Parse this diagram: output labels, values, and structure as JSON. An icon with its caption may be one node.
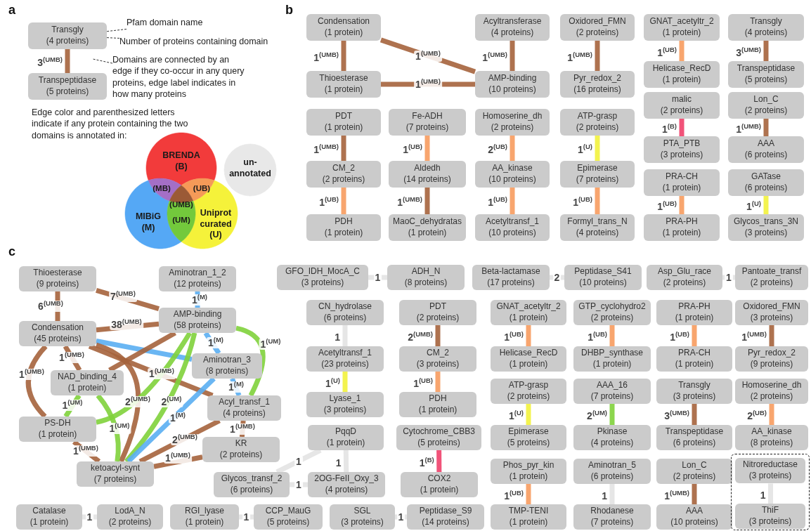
{
  "diagram": {
    "nodes": [
      {
        "text": [
          "Transgly",
          "(4 proteins)"
        ]
      },
      {
        "text": [
          "Transpeptidase",
          "(5 proteins)"
        ]
      },
      {
        "text": [
          "Pfam domain name"
        ]
      },
      {
        "text": [
          "Number of proteins containing domain"
        ]
      },
      {
        "text": [
          "Domains are connected by an edge if they co-occur in any query proteins, edge label indicates in how many proteins"
        ]
      },
      {
        "text": [
          "Condensation",
          "(1 protein)"
        ]
      },
      {
        "text": [
          "Thioesterase",
          "(1 protein)"
        ]
      },
      {
        "text": [
          "Acyltransferase",
          "(4 proteins)"
        ]
      },
      {
        "text": [
          "AMP-binding",
          "(10 proteins)"
        ]
      },
      {
        "text": [
          "Oxidored_FMN",
          "(2 proteins)"
        ]
      },
      {
        "text": [
          "Pyr_redox_2",
          "(16 proteins)"
        ]
      },
      {
        "text": [
          "GNAT_acetyltr_2",
          "(1 protein)"
        ]
      },
      {
        "text": [
          "Helicase_RecD",
          "(1 protein)"
        ]
      },
      {
        "text": [
          "malic",
          "(2 proteins)"
        ]
      },
      {
        "text": [
          "PTA_PTB",
          "(3 proteins)"
        ]
      },
      {
        "text": [
          "PRA-CH",
          "(1 protein)"
        ]
      },
      {
        "text": [
          "PRA-PH",
          "(1 protein)"
        ]
      },
      {
        "text": [
          "Transgly",
          "(4 proteins)"
        ]
      },
      {
        "text": [
          "Transpeptidase",
          "(5 proteins)"
        ]
      },
      {
        "text": [
          "Lon_C",
          "(2 proteins)"
        ]
      },
      {
        "text": [
          "AAA",
          "(6 proteins)"
        ]
      },
      {
        "text": [
          "GATase",
          "(6 proteins)"
        ]
      },
      {
        "text": [
          "Glycos_trans_3N",
          "(3 proteins)"
        ]
      },
      {
        "text": [
          "PDT",
          "(1 protein)"
        ]
      },
      {
        "text": [
          "CM_2",
          "(2 proteins)"
        ]
      },
      {
        "text": [
          "PDH",
          "(1 protein)"
        ]
      },
      {
        "text": [
          "Fe-ADH",
          "(7 proteins)"
        ]
      },
      {
        "text": [
          "Aldedh",
          "(14 proteins)"
        ]
      },
      {
        "text": [
          "MaoC_dehydratas",
          "(1 protein)"
        ]
      },
      {
        "text": [
          "Homoserine_dh",
          "(2 proteins)"
        ]
      },
      {
        "text": [
          "AA_kinase",
          "(10 proteins)"
        ]
      },
      {
        "text": [
          "Acetyltransf_1",
          "(10 proteins)"
        ]
      },
      {
        "text": [
          "ATP-grasp",
          "(2 proteins)"
        ]
      },
      {
        "text": [
          "Epimerase",
          "(7 proteins)"
        ]
      },
      {
        "text": [
          "Formyl_trans_N",
          "(4 proteins)"
        ]
      },
      {
        "text": [
          "Thioesterase",
          "(9 proteins)"
        ]
      },
      {
        "text": [
          "Aminotran_1_2",
          "(12 proteins)"
        ]
      },
      {
        "text": [
          "Condensation",
          "(45 proteins)"
        ]
      },
      {
        "text": [
          "AMP-binding",
          "(58 proteins)"
        ]
      },
      {
        "text": [
          "Aminotran_3",
          "(8 proteins)"
        ]
      },
      {
        "text": [
          "NAD_binding_4",
          "(1 protein)"
        ]
      },
      {
        "text": [
          "Acyl_transf_1",
          "(4 proteins)"
        ]
      },
      {
        "text": [
          "PS-DH",
          "(1 protein)"
        ]
      },
      {
        "text": [
          "KR",
          "(2 proteins)"
        ]
      },
      {
        "text": [
          "ketoacyl-synt",
          "(7 proteins)"
        ]
      },
      {
        "text": [
          "Glycos_transf_2",
          "(6 proteins)"
        ]
      },
      {
        "text": [
          "Catalase",
          "(1 protein)"
        ]
      },
      {
        "text": [
          "LodA_N",
          "(2 proteins)"
        ]
      },
      {
        "text": [
          "RGI_lyase",
          "(1 protein)"
        ]
      },
      {
        "text": [
          "CCP_MauG",
          "(5 proteins)"
        ]
      },
      {
        "text": [
          "GFO_IDH_MocA_C",
          "(3 proteins)"
        ]
      },
      {
        "text": [
          "ADH_N",
          "(8 proteins)"
        ]
      },
      {
        "text": [
          "CN_hydrolase",
          "(6 proteins)"
        ]
      },
      {
        "text": [
          "Acetyltransf_1",
          "(23 proteins)"
        ]
      },
      {
        "text": [
          "Lyase_1",
          "(3 proteins)"
        ]
      },
      {
        "text": [
          "PqqD",
          "(1 protein)"
        ]
      },
      {
        "text": [
          "2OG-FeII_Oxy_3",
          "(4 proteins)"
        ]
      },
      {
        "text": [
          "SGL",
          "(3 proteins)"
        ]
      },
      {
        "text": [
          "PDT",
          "(2 proteins)"
        ]
      },
      {
        "text": [
          "CM_2",
          "(3 proteins)"
        ]
      },
      {
        "text": [
          "PDH",
          "(1 protein)"
        ]
      },
      {
        "text": [
          "Cytochrome_CBB3",
          "(5 proteins)"
        ]
      },
      {
        "text": [
          "COX2",
          "(1 protein)"
        ]
      },
      {
        "text": [
          "Peptidase_S9",
          "(14 proteins)"
        ]
      },
      {
        "text": [
          "Beta-lactamase",
          "(17 proteins)"
        ]
      },
      {
        "text": [
          "Peptidase_S41",
          "(10 proteins)"
        ]
      },
      {
        "text": [
          "GNAT_acetyltr_2",
          "(1 protein)"
        ]
      },
      {
        "text": [
          "Helicase_RecD",
          "(1 protein)"
        ]
      },
      {
        "text": [
          "ATP-grasp",
          "(2 proteins)"
        ]
      },
      {
        "text": [
          "Epimerase",
          "(5 proteins)"
        ]
      },
      {
        "text": [
          "Phos_pyr_kin",
          "(1 protein)"
        ]
      },
      {
        "text": [
          "TMP-TENI",
          "(1 protein)"
        ]
      },
      {
        "text": [
          "GTP_cyclohydro2",
          "(2 proteins)"
        ]
      },
      {
        "text": [
          "DHBP_synthase",
          "(1 protein)"
        ]
      },
      {
        "text": [
          "AAA_16",
          "(7 proteins)"
        ]
      },
      {
        "text": [
          "Pkinase",
          "(4 proteins)"
        ]
      },
      {
        "text": [
          "Aminotran_5",
          "(6 proteins)"
        ]
      },
      {
        "text": [
          "Rhodanese",
          "(7 proteins)"
        ]
      },
      {
        "text": [
          "Asp_Glu_race",
          "(2 proteins)"
        ]
      },
      {
        "text": [
          "Pantoate_transf",
          "(2 proteins)"
        ]
      },
      {
        "text": [
          "PRA-PH",
          "(1 protein)"
        ]
      },
      {
        "text": [
          "PRA-CH",
          "(1 protein)"
        ]
      },
      {
        "text": [
          "Transgly",
          "(3 proteins)"
        ]
      },
      {
        "text": [
          "Transpeptidase",
          "(6 proteins)"
        ]
      },
      {
        "text": [
          "Lon_C",
          "(2 proteins)"
        ]
      },
      {
        "text": [
          "AAA",
          "(10 proteins)"
        ]
      },
      {
        "text": [
          "Oxidored_FMN",
          "(3 proteins)"
        ]
      },
      {
        "text": [
          "Pyr_redox_2",
          "(9 proteins)"
        ]
      },
      {
        "text": [
          "Homoserine_dh",
          "(2 proteins)"
        ]
      },
      {
        "text": [
          "AA_kinase",
          "(8 proteins)"
        ]
      },
      {
        "text": [],
        "shape": "box"
      },
      {
        "text": [
          "Nitroreductase",
          "(3 proteins)"
        ],
        "in": 90
      },
      {
        "text": [
          "ThiF",
          "(3 proteins)"
        ],
        "in": 90
      }
    ],
    "edges": [
      {
        "from": 0,
        "to": 1,
        "arrow": "none",
        "label": "3$^{(UMB)}$"
      },
      {
        "from": 2,
        "to": 0,
        "arrow": "none",
        "style": "dashed",
        "color": "#333333"
      },
      {
        "from": 3,
        "to": 0,
        "arrow": "none",
        "style": "dashed",
        "color": "#333333"
      },
      {
        "from": 4,
        "to": null,
        "arrow": "none",
        "style": "dashed",
        "color": "#333333"
      },
      {
        "from": 5,
        "to": 6,
        "arrow": "none",
        "label": "1$^{(UMB)}$"
      },
      {
        "from": 5,
        "to": 8,
        "arrow": "none",
        "label": "1$^{(UMB)}$"
      },
      {
        "from": 6,
        "to": 8,
        "arrow": "none",
        "label": "1$^{(UMB)}$"
      },
      {
        "from": 7,
        "to": 8,
        "arrow": "none",
        "label": "1$^{(UMB)}$"
      },
      {
        "from": 9,
        "to": 10,
        "arrow": "none",
        "label": "1$^{(UMB)}$"
      },
      {
        "from": 11,
        "to": 12,
        "arrow": "none",
        "label": "1$^{(UB)}$",
        "color": "#f79b5e"
      },
      {
        "from": 13,
        "to": 14,
        "arrow": "none",
        "label": "1$^{(B)}$",
        "color": "#f0406a"
      },
      {
        "from": 15,
        "to": 16,
        "arrow": "none",
        "label": "1$^{(UB)}$",
        "color": "#f79b5e"
      },
      {
        "from": 17,
        "to": 18,
        "arrow": "none",
        "label": "3$^{(UMB)}$"
      },
      {
        "from": 19,
        "to": 20,
        "arrow": "none",
        "label": "1$^{(UMB)}$"
      },
      {
        "from": 21,
        "to": 22,
        "arrow": "none",
        "label": "1$^{(U)}$",
        "color": "#f2f23c"
      },
      {
        "from": 23,
        "to": 24,
        "arrow": "none",
        "label": "1$^{(UMB)}$"
      },
      {
        "from": 24,
        "to": 25,
        "arrow": "none",
        "label": "1$^{(UB)}$",
        "color": "#f79b5e"
      },
      {
        "from": 26,
        "to": 27,
        "arrow": "none",
        "label": "1$^{(UB)}$",
        "color": "#f79b5e"
      },
      {
        "from": 27,
        "to": 28,
        "arrow": "none",
        "label": "1$^{(UMB)}$"
      },
      {
        "from": 29,
        "to": 30,
        "arrow": "none",
        "label": "2$^{(UB)}$",
        "color": "#f79b5e"
      },
      {
        "from": 30,
        "to": 31,
        "arrow": "none",
        "label": "1$^{(UB)}$",
        "color": "#f79b5e"
      },
      {
        "from": 32,
        "to": 33,
        "arrow": "none",
        "label": "1$^{(U)}$",
        "color": "#f2f23c"
      },
      {
        "from": 33,
        "to": 34,
        "arrow": "none",
        "label": "1$^{(UB)}$",
        "color": "#f79b5e"
      },
      {
        "from": 35,
        "to": 38,
        "arrow": "none",
        "label": "7$^{(UMB)}$"
      },
      {
        "from": 35,
        "to": 37,
        "arrow": "none",
        "label": "6$^{(UMB)}$"
      },
      {
        "from": 36,
        "to": 38,
        "arrow": "none",
        "label": "1$^{(M)}$",
        "color": "#5aaef2"
      },
      {
        "from": 37,
        "to": 38,
        "arrow": "none",
        "label": "38$^{(UMB)}$"
      },
      {
        "from": 38,
        "to": 39,
        "arrow": "none",
        "label": "1$^{(M)}$",
        "color": "#5aaef2"
      },
      {
        "from": 38,
        "to": 41,
        "arrow": "none",
        "label": "1$^{(UM)}$",
        "color": "#7fd13b"
      },
      {
        "from": 37,
        "to": 39,
        "arrow": "none",
        "color": "#5aaef2"
      },
      {
        "from": 37,
        "to": 40,
        "arrow": "none",
        "label": "1$^{(UMB)}$"
      },
      {
        "from": 37,
        "to": 42,
        "arrow": "none",
        "label": "1$^{(UMB)}$"
      },
      {
        "from": 37,
        "to": 41,
        "arrow": "none",
        "label": "1$^{(UMB)}$"
      },
      {
        "from": 37,
        "to": 44,
        "arrow": "none",
        "label": "2$^{(UMB)}$"
      },
      {
        "from": 38,
        "to": 40,
        "arrow": "none"
      },
      {
        "from": 38,
        "to": 42,
        "arrow": "none",
        "color": "#7fd13b"
      },
      {
        "from": 38,
        "to": 44,
        "arrow": "none",
        "label": "2$^{(UM)}$",
        "color": "#7fd13b"
      },
      {
        "from": 40,
        "to": 42,
        "arrow": "none",
        "label": "1$^{(UM)}$",
        "color": "#7fd13b"
      },
      {
        "from": 40,
        "to": 44,
        "arrow": "none",
        "label": "1$^{(UM)}$",
        "color": "#7fd13b"
      },
      {
        "from": 39,
        "to": 44,
        "arrow": "none",
        "label": "1$^{(M)}$",
        "color": "#5aaef2"
      },
      {
        "from": 39,
        "to": 41,
        "arrow": "none",
        "label": "1$^{(M)}$",
        "color": "#5aaef2"
      },
      {
        "from": 41,
        "to": 44,
        "arrow": "none",
        "label": "2$^{(UMB)}$"
      },
      {
        "from": 41,
        "to": 43,
        "arrow": "none",
        "label": "1$^{(UMB)}$"
      },
      {
        "from": 43,
        "to": 44,
        "arrow": "none",
        "label": "1$^{(UMB)}$"
      },
      {
        "from": 42,
        "to": 44,
        "arrow": "none",
        "label": "1$^{(UMB)}$"
      },
      {
        "from": 45,
        "to": 55,
        "arrow": "none",
        "label": "1",
        "color": "#e3e3e3"
      },
      {
        "from": 45,
        "to": 56,
        "arrow": "none",
        "label": "1",
        "color": "#e3e3e3"
      },
      {
        "from": 55,
        "to": 56,
        "arrow": "none",
        "label": "1",
        "color": "#e3e3e3"
      },
      {
        "from": 46,
        "to": 47,
        "arrow": "none",
        "label": "1",
        "color": "#e3e3e3"
      },
      {
        "from": 48,
        "to": 49,
        "arrow": "none",
        "label": "1",
        "color": "#e3e3e3"
      },
      {
        "from": 50,
        "to": 51,
        "arrow": "none",
        "label": "1",
        "color": "#e3e3e3"
      },
      {
        "from": 52,
        "to": 53,
        "arrow": "none",
        "label": "1",
        "color": "#e3e3e3"
      },
      {
        "from": 53,
        "to": 54,
        "arrow": "none",
        "label": "1$^{(U)}$",
        "color": "#f2f23c"
      },
      {
        "from": 57,
        "to": 63,
        "arrow": "none",
        "label": "1",
        "color": "#e3e3e3"
      },
      {
        "from": 58,
        "to": 59,
        "arrow": "none",
        "label": "2$^{(UMB)}$"
      },
      {
        "from": 59,
        "to": 60,
        "arrow": "none",
        "label": "1$^{(UB)}$",
        "color": "#f79b5e"
      },
      {
        "from": 61,
        "to": 62,
        "arrow": "none",
        "label": "1$^{(B)}$",
        "color": "#f0406a"
      },
      {
        "from": 64,
        "to": 65,
        "arrow": "none",
        "label": "2",
        "color": "#e3e3e3"
      },
      {
        "from": 66,
        "to": 67,
        "arrow": "none",
        "label": "1$^{(UB)}$",
        "color": "#f79b5e"
      },
      {
        "from": 68,
        "to": 69,
        "arrow": "none",
        "label": "1$^{(U)}$",
        "color": "#f2f23c"
      },
      {
        "from": 70,
        "to": 71,
        "arrow": "none",
        "label": "1$^{(UB)}$",
        "color": "#f79b5e"
      },
      {
        "from": 72,
        "to": 73,
        "arrow": "none",
        "label": "1$^{(UB)}$",
        "color": "#f79b5e"
      },
      {
        "from": 74,
        "to": 75,
        "arrow": "none",
        "label": "2$^{(UM)}$",
        "color": "#7fd13b"
      },
      {
        "from": 76,
        "to": 77,
        "arrow": "none",
        "label": "1",
        "color": "#e3e3e3"
      },
      {
        "from": 78,
        "to": 79,
        "arrow": "none",
        "label": "1",
        "color": "#e3e3e3"
      },
      {
        "from": 80,
        "to": 81,
        "arrow": "none",
        "label": "1$^{(UB)}$",
        "color": "#f79b5e"
      },
      {
        "from": 82,
        "to": 83,
        "arrow": "none",
        "label": "3$^{(UMB)}$"
      },
      {
        "from": 84,
        "to": 85,
        "arrow": "none",
        "label": "1$^{(UMB)}$"
      },
      {
        "from": 86,
        "to": 87,
        "arrow": "none",
        "label": "1$^{(UMB)}$"
      },
      {
        "from": 88,
        "to": 89,
        "arrow": "none",
        "label": "2$^{(UB)}$",
        "color": "#f79b5e"
      },
      {
        "from": 91,
        "to": 92,
        "arrow": "none",
        "label": "1",
        "color": "#e3e3e3"
      }
    ],
    "labels": [
      "a",
      "b",
      "c",
      "Edge color and parenthesized letters indicate if any protein containing the two domains is annotated in:"
    ],
    "legend": [
      {
        "text": "BRENDA (B)",
        "color": "#f23b3b"
      },
      {
        "text": "MIBiG (M)",
        "color": "#55a8f5"
      },
      {
        "text": "Uniprot curated (U)",
        "color": "#f5f23a"
      },
      {
        "text": "(MB)",
        "color": "#a46fc6"
      },
      {
        "text": "(UB)",
        "color": "#f59a58"
      },
      {
        "text": "(UMB)",
        "color": "#9b5a36"
      },
      {
        "text": "(UM)",
        "color": "#73c93c"
      },
      {
        "text": "un-annotated",
        "color": "#e8e8e8"
      }
    ]
  }
}
